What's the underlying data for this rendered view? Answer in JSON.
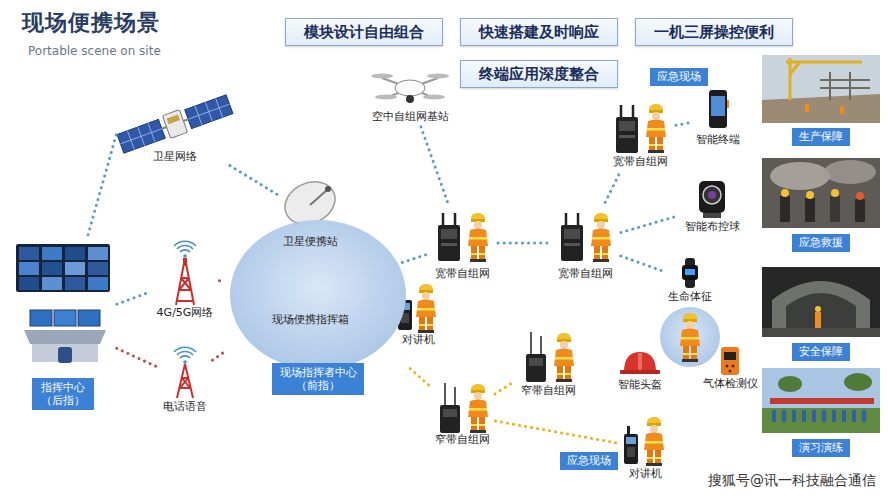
{
  "diagram": {
    "title": "现场便携场景",
    "nodes": [
      {
        "text": [
          "模块设计自由组合"
        ]
      },
      {
        "text": [
          "快速搭建及时响应"
        ]
      },
      {
        "text": [
          "一机三屏操控便利"
        ]
      },
      {
        "text": [
          "终端应用深度整合"
        ]
      },
      {
        "text": [
          "卫星网络"
        ]
      },
      {
        "text": [
          "空中自组网基站"
        ]
      },
      {
        "text": [
          "应急现场"
        ]
      },
      {
        "text": [
          "宽带自组网"
        ]
      },
      {
        "text": [
          "智能终端"
        ]
      },
      {
        "text": [
          "生产保障"
        ]
      },
      {
        "text": [
          "指挥中心（后指）"
        ]
      },
      {
        "text": [
          "4G/5G网络"
        ]
      },
      {
        "text": [
          "现场指挥者中心（前指）"
        ]
      },
      {
        "text": [
          "卫星便携站"
        ],
        "in": 12
      },
      {
        "text": [
          "现场便携指挥箱"
        ],
        "in": 12
      },
      {
        "text": [
          "宽带自组网"
        ]
      },
      {
        "text": [
          "宽带自组网"
        ]
      },
      {
        "text": [
          "智能布控球"
        ]
      },
      {
        "text": [
          "应急救援"
        ]
      },
      {
        "text": [
          "生命体征"
        ]
      },
      {
        "text": [
          "对讲机"
        ]
      },
      {
        "text": [
          "电话语音"
        ]
      },
      {
        "text": [
          "安全保障"
        ]
      },
      {
        "text": [
          "智能头盔"
        ]
      },
      {
        "text": [
          "气体检测仪"
        ]
      },
      {
        "text": [
          "窄带自组网"
        ]
      },
      {
        "text": [
          "窄带自组网"
        ]
      },
      {
        "text": [
          "演习演练"
        ]
      },
      {
        "text": [
          "应急现场"
        ]
      },
      {
        "text": [
          "对讲机"
        ]
      }
    ],
    "edges": [
      {
        "from": 4,
        "to": 10,
        "arrow": "none"
      },
      {
        "from": 4,
        "to": 13,
        "arrow": "none"
      },
      {
        "from": 10,
        "to": 11,
        "arrow": "none"
      },
      {
        "from": 10,
        "to": 21,
        "arrow": "none"
      },
      {
        "from": 11,
        "to": 12,
        "arrow": "none"
      },
      {
        "from": 21,
        "to": 12,
        "arrow": "none"
      },
      {
        "from": 14,
        "to": 15,
        "arrow": "none"
      },
      {
        "from": 5,
        "to": 15,
        "arrow": "none"
      },
      {
        "from": 15,
        "to": 16,
        "arrow": "none"
      },
      {
        "from": 16,
        "to": 7,
        "arrow": "none"
      },
      {
        "from": 7,
        "to": 8,
        "arrow": "none"
      },
      {
        "from": 16,
        "to": 17,
        "arrow": "none"
      },
      {
        "from": 16,
        "to": 19,
        "arrow": "none"
      },
      {
        "from": 12,
        "to": 26,
        "arrow": "none"
      },
      {
        "from": 26,
        "to": 25,
        "arrow": "none"
      },
      {
        "from": 26,
        "to": 29,
        "arrow": "none"
      }
    ],
    "labels": [
      "Portable scene on site",
      "搜狐号@讯一科技融合通信"
    ]
  }
}
